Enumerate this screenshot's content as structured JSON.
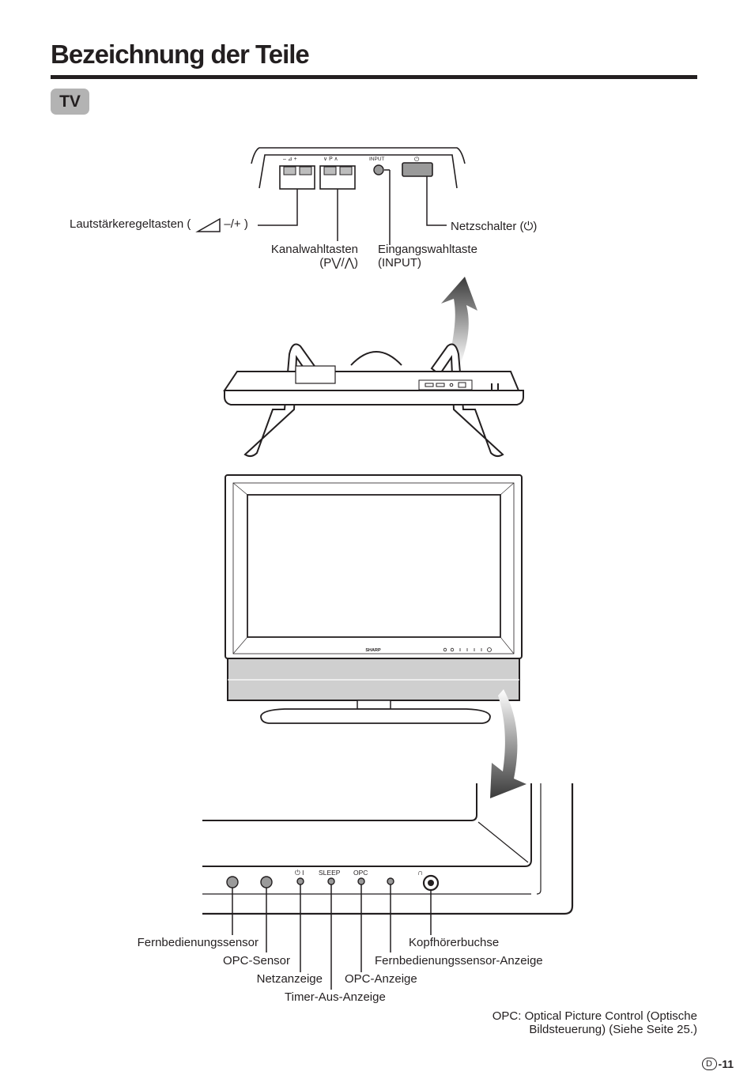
{
  "page": {
    "title": "Bezeichnung der Teile",
    "section_badge": "TV",
    "page_number": "-11",
    "page_prefix": "D"
  },
  "top_panel": {
    "labels": {
      "volume": "Lautstärkeregeltasten (",
      "volume_symbols": "–/+ )",
      "channel_line1": "Kanalwahltasten",
      "channel_line2": "(P",
      "channel_line2_sep": "/",
      "channel_line2_end": ")",
      "input_line1": "Eingangswahltaste",
      "input_line2": "(INPUT)",
      "power": "Netzschalter ("
    },
    "panel_text": {
      "volume_marks": "–  ⊿  +",
      "channel_marks": "∨ P ∧",
      "input": "INPUT",
      "power_symbol": "⏻"
    }
  },
  "tv_front": {
    "brand": "SHARP"
  },
  "bottom_panel": {
    "panel_text": {
      "power_indicator": "⏻ I",
      "sleep": "SLEEP",
      "opc": "OPC",
      "headphone": "∩"
    },
    "labels": {
      "remote_sensor": "Fernbedienungssensor",
      "opc_sensor": "OPC-Sensor",
      "power_indicator": "Netzanzeige",
      "sleep_timer": "Timer-Aus-Anzeige",
      "opc_indicator": "OPC-Anzeige",
      "remote_indicator": "Fernbedienungssensor-Anzeige",
      "headphone_jack": "Kopfhörerbuchse"
    }
  },
  "footnote": {
    "line1": "OPC: Optical Picture Control (Optische",
    "line2": "Bildsteuerung) (Siehe Seite 25.)"
  }
}
